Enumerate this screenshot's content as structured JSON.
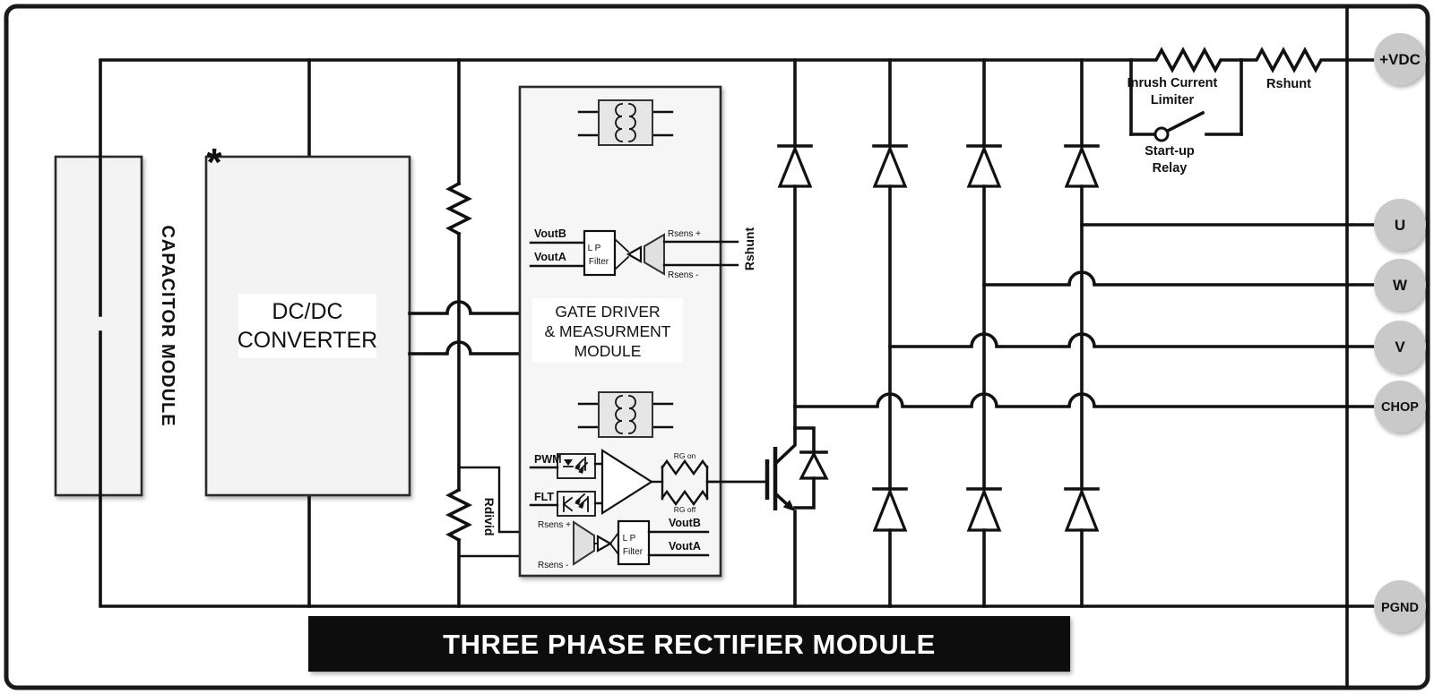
{
  "title_bar": {
    "label": "THREE PHASE RECTIFIER MODULE"
  },
  "annotation": {
    "asterisk": "*"
  },
  "capacitor_module": {
    "label": "CAPACITOR MODULE"
  },
  "dcdc_converter": {
    "line1": "DC/DC",
    "line2": "CONVERTER"
  },
  "gate_driver_module": {
    "title_line1": "GATE DRIVER",
    "title_line2": "& MEASURMENT",
    "title_line3": "MODULE",
    "top_section": {
      "vout_b": "VoutB",
      "vout_a": "VoutA",
      "lp_filter_line1": "L P",
      "lp_filter_line2": "Filter",
      "rsens_plus": "Rsens +",
      "rsens_minus": "Rsens -",
      "rshunt_label": "Rshunt"
    },
    "driver_section": {
      "pwm": "PWM",
      "flt": "FLT",
      "rg_on": "RG on",
      "rg_off": "RG off"
    },
    "bottom_section": {
      "rsens_plus": "Rsens +",
      "rsens_minus": "Rsens -",
      "lp_filter_line1": "L P",
      "lp_filter_line2": "Filter",
      "vout_b": "VoutB",
      "vout_a": "VoutA"
    }
  },
  "inrush_section": {
    "limiter_line1": "Inrush Current",
    "limiter_line2": "Limiter",
    "relay_line1": "Start-up",
    "relay_line2": "Relay",
    "rshunt": "Rshunt"
  },
  "divider_resistor": {
    "label": "Rdivid"
  },
  "terminals": [
    {
      "id": "vdc",
      "label": "+VDC"
    },
    {
      "id": "u",
      "label": "U"
    },
    {
      "id": "w",
      "label": "W"
    },
    {
      "id": "v",
      "label": "V"
    },
    {
      "id": "chop",
      "label": "CHOP"
    },
    {
      "id": "pgnd",
      "label": "PGND"
    }
  ],
  "colors": {
    "accent_red": "#e8000d",
    "terminal_gray": "#c9c9c9",
    "bar_black": "#0d0d0d",
    "wire": "#111111"
  }
}
